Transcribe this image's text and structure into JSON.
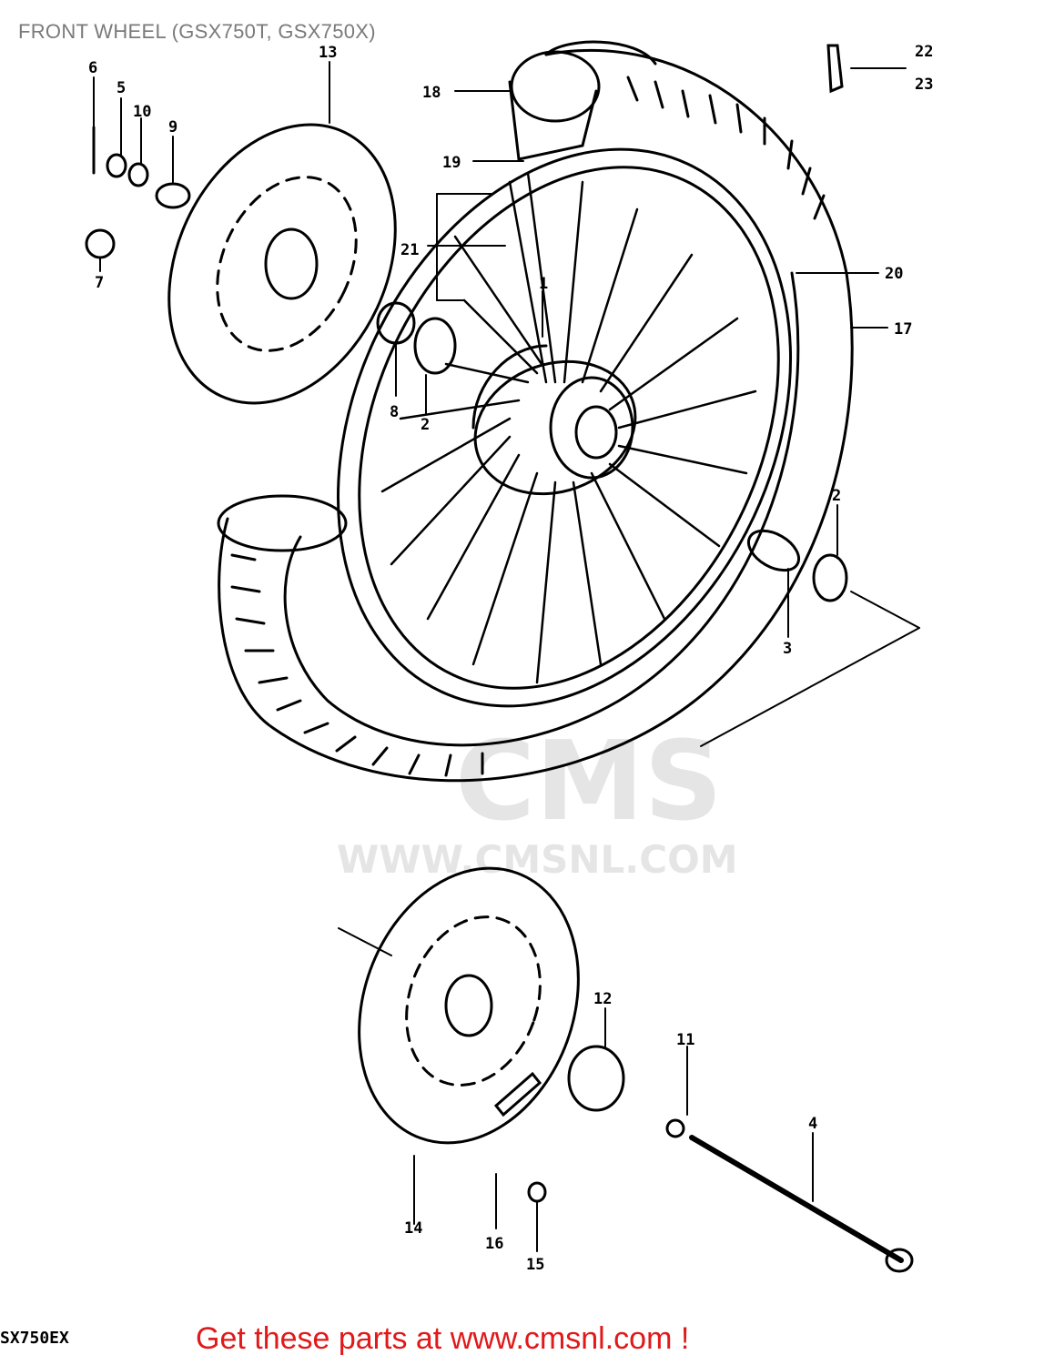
{
  "title": "FRONT WHEEL (GSX750T, GSX750X)",
  "callouts": [
    "6",
    "5",
    "10",
    "9",
    "7",
    "13",
    "18",
    "19",
    "21",
    "1",
    "8",
    "2",
    "3",
    "20",
    "17",
    "22",
    "23",
    "12",
    "11",
    "4",
    "14",
    "16",
    "15"
  ],
  "diagram_code": "SX750EX",
  "watermark": {
    "brand": "CMS",
    "url": "WWW.CMSNL.COM"
  },
  "cta": "Get these parts at www.cmsnl.com !",
  "colors": {
    "title": "#7a7a7a",
    "cta": "#e0191a",
    "line": "#000000"
  }
}
